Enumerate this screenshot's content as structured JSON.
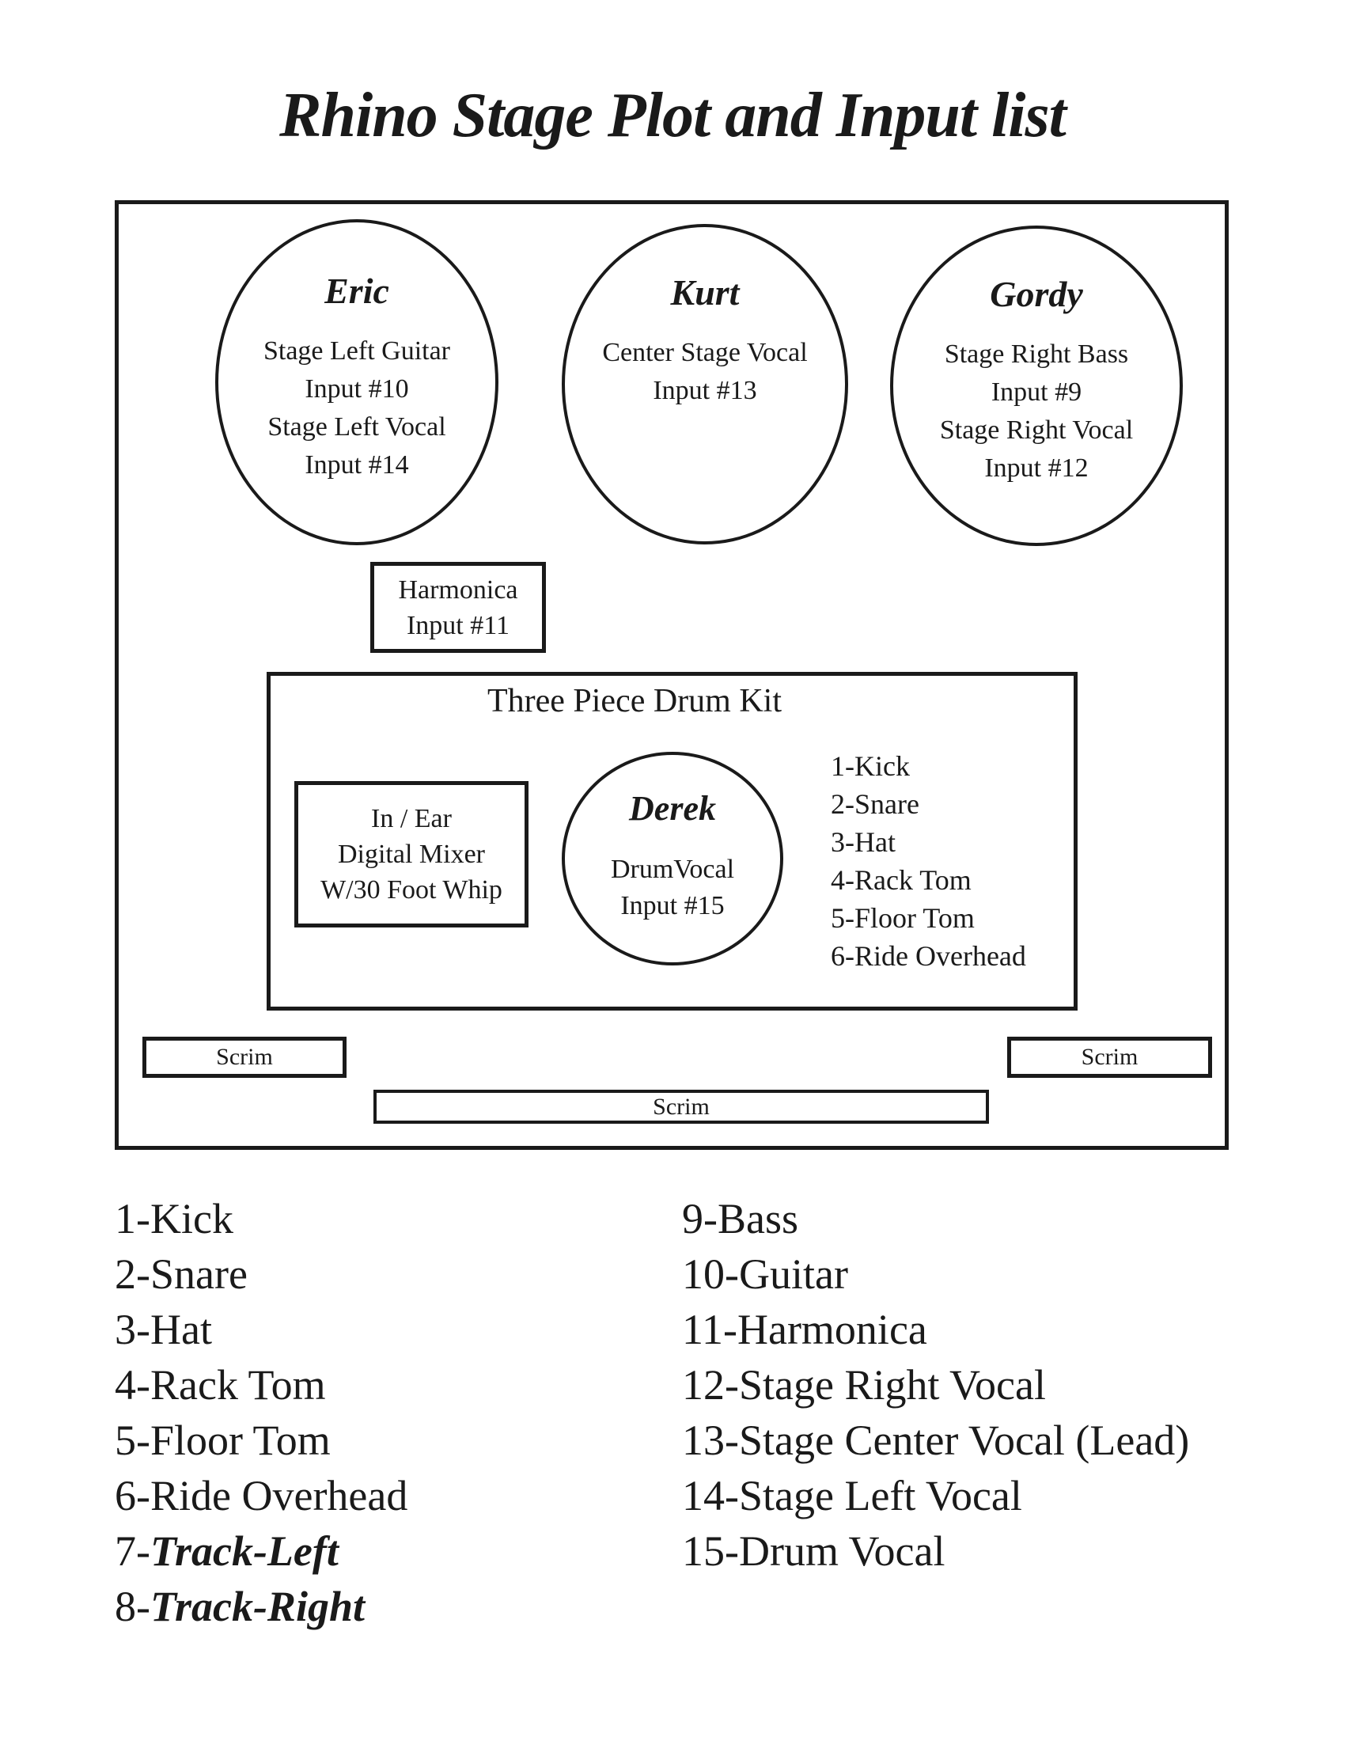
{
  "page": {
    "title": "Rhino Stage Plot and Input list",
    "ink_color": "#1a1a1a",
    "background_color": "#ffffff"
  },
  "stage": {
    "performers": [
      {
        "name": "Eric",
        "lines": [
          "Stage Left Guitar",
          "Input #10",
          "Stage Left Vocal",
          "Input #14"
        ]
      },
      {
        "name": "Kurt",
        "lines": [
          "Center Stage Vocal",
          "Input #13"
        ]
      },
      {
        "name": "Gordy",
        "lines": [
          "Stage Right Bass",
          "Input #9",
          "Stage Right Vocal",
          "Input #12"
        ]
      }
    ],
    "harmonica_box": {
      "lines": [
        "Harmonica",
        "Input #11"
      ]
    },
    "drum_kit": {
      "title": "Three Piece Drum Kit",
      "monitor_box": {
        "lines": [
          "In / Ear",
          "Digital Mixer",
          "W/30 Foot Whip"
        ]
      },
      "drummer": {
        "name": "Derek",
        "lines": [
          "DrumVocal",
          "Input #15"
        ]
      },
      "mic_list": [
        "1-Kick",
        "2-Snare",
        "3-Hat",
        "4-Rack Tom",
        "5-Floor Tom",
        "6-Ride Overhead"
      ]
    },
    "scrims": {
      "left": "Scrim",
      "right": "Scrim",
      "center": "Scrim"
    }
  },
  "input_list": {
    "left_column": [
      {
        "num": "1-",
        "label": "Kick",
        "emphasis": false
      },
      {
        "num": "2-",
        "label": "Snare",
        "emphasis": false
      },
      {
        "num": "3-",
        "label": "Hat",
        "emphasis": false
      },
      {
        "num": "4-",
        "label": "Rack Tom",
        "emphasis": false
      },
      {
        "num": "5-",
        "label": "Floor Tom",
        "emphasis": false
      },
      {
        "num": "6-",
        "label": "Ride Overhead",
        "emphasis": false
      },
      {
        "num": "7-",
        "label": "Track-Left",
        "emphasis": true
      },
      {
        "num": "8-",
        "label": "Track-Right",
        "emphasis": true
      }
    ],
    "right_column": [
      {
        "num": "9-",
        "label": "Bass",
        "emphasis": false
      },
      {
        "num": "10-",
        "label": "Guitar",
        "emphasis": false
      },
      {
        "num": "11-",
        "label": "Harmonica",
        "emphasis": false
      },
      {
        "num": "12-",
        "label": "Stage Right Vocal",
        "emphasis": false
      },
      {
        "num": "13-",
        "label": "Stage Center Vocal (Lead)",
        "emphasis": false
      },
      {
        "num": "14-",
        "label": "Stage Left Vocal",
        "emphasis": false
      },
      {
        "num": "15-",
        "label": "Drum Vocal",
        "emphasis": false
      }
    ]
  }
}
